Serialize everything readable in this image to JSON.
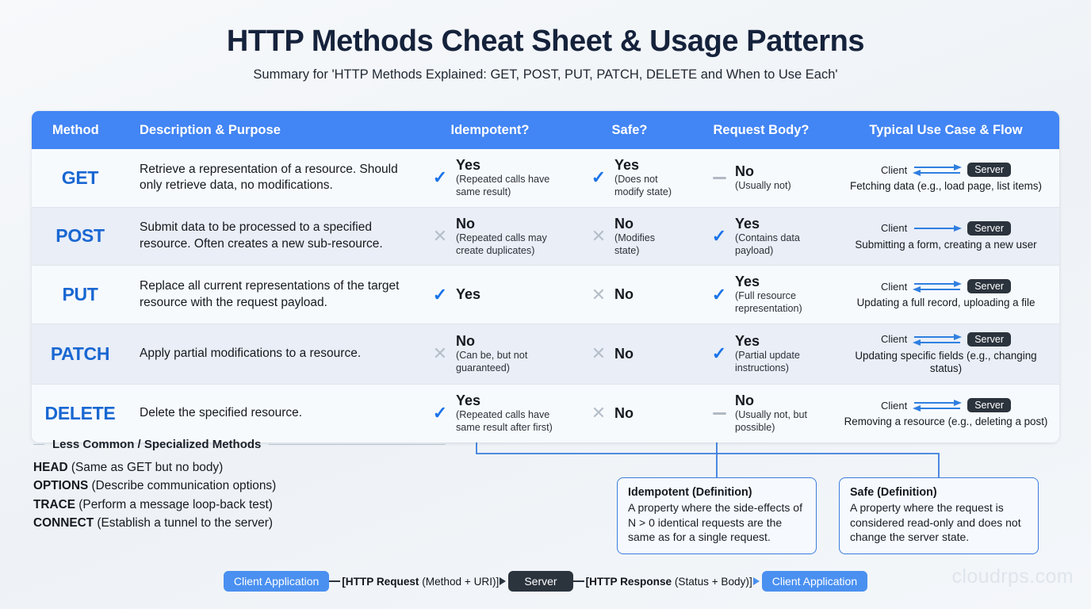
{
  "header": {
    "title": "HTTP Methods Cheat Sheet & Usage Patterns",
    "subtitle": "Summary for 'HTTP Methods Explained: GET, POST, PUT, PATCH, DELETE and When to Use Each'"
  },
  "table": {
    "columns": [
      "Method",
      "Description & Purpose",
      "Idempotent?",
      "Safe?",
      "Request Body?",
      "Typical Use Case & Flow"
    ],
    "rows": [
      {
        "method": "GET",
        "description": "Retrieve a representation of a resource. Should only retrieve data, no modifications.",
        "idempotent": {
          "mark": "check",
          "main": "Yes",
          "sub": "(Repeated calls have same result)"
        },
        "safe": {
          "mark": "check",
          "main": "Yes",
          "sub": "(Does not modify state)"
        },
        "body": {
          "mark": "dash",
          "main": "No",
          "sub": "(Usually not)"
        },
        "flow": {
          "client": "Client",
          "server": "Server",
          "direction": "both",
          "use_case": "Fetching data (e.g., load page, list items)"
        }
      },
      {
        "method": "POST",
        "description": "Submit data to be processed to a specified resource. Often creates a new sub-resource.",
        "idempotent": {
          "mark": "cross",
          "main": "No",
          "sub": "(Repeated calls may create duplicates)"
        },
        "safe": {
          "mark": "cross",
          "main": "No",
          "sub": "(Modifies state)"
        },
        "body": {
          "mark": "check",
          "main": "Yes",
          "sub": "(Contains data payload)"
        },
        "flow": {
          "client": "Client",
          "server": "Server",
          "direction": "right",
          "use_case": "Submitting a form, creating a new user"
        }
      },
      {
        "method": "PUT",
        "description": "Replace all current representations of the target resource with the request payload.",
        "idempotent": {
          "mark": "check",
          "main": "Yes",
          "sub": ""
        },
        "safe": {
          "mark": "cross",
          "main": "No",
          "sub": ""
        },
        "body": {
          "mark": "check",
          "main": "Yes",
          "sub": "(Full resource representation)"
        },
        "flow": {
          "client": "Client",
          "server": "Server",
          "direction": "both",
          "use_case": "Updating a full record, uploading a file"
        }
      },
      {
        "method": "PATCH",
        "description": "Apply partial modifications to a resource.",
        "idempotent": {
          "mark": "cross",
          "main": "No",
          "sub": "(Can be, but not guaranteed)"
        },
        "safe": {
          "mark": "cross",
          "main": "No",
          "sub": ""
        },
        "body": {
          "mark": "check",
          "main": "Yes",
          "sub": "(Partial update instructions)"
        },
        "flow": {
          "client": "Client",
          "server": "Server",
          "direction": "both",
          "use_case": "Updating specific fields (e.g., changing status)"
        }
      },
      {
        "method": "DELETE",
        "description": "Delete the specified resource.",
        "idempotent": {
          "mark": "check",
          "main": "Yes",
          "sub": "(Repeated calls have same result after first)"
        },
        "safe": {
          "mark": "cross",
          "main": "No",
          "sub": ""
        },
        "body": {
          "mark": "dash",
          "main": "No",
          "sub": "(Usually not, but possible)"
        },
        "flow": {
          "client": "Client",
          "server": "Server",
          "direction": "both",
          "use_case": "Removing a resource (e.g., deleting a post)"
        }
      }
    ]
  },
  "less_common": {
    "heading": "Less Common / Specialized Methods",
    "items": [
      {
        "name": "HEAD",
        "desc": "(Same as GET but no body)"
      },
      {
        "name": "OPTIONS",
        "desc": "(Describe communication options)"
      },
      {
        "name": "TRACE",
        "desc": "(Perform a message loop-back test)"
      },
      {
        "name": "CONNECT",
        "desc": "(Establish a tunnel to the server)"
      }
    ]
  },
  "callouts": [
    {
      "title": "Idempotent (Definition)",
      "body": "A property where the side-effects of N > 0 identical requests are the same as for a single request."
    },
    {
      "title": "Safe (Definition)",
      "body": "A property where the request is considered read-only and does not change the server state."
    }
  ],
  "bottom_flow": {
    "client_left": "Client Application",
    "request_label_bold": "[HTTP Request",
    "request_label_rest": " (Method + URI)]",
    "server": "Server",
    "response_label_bold": "[HTTP Response",
    "response_label_rest": " (Status + Body)]",
    "client_right": "Client Application"
  },
  "watermark": "cloudrps.com",
  "colors": {
    "header_blue": "#4285f4",
    "method_blue": "#1967d2",
    "check_blue": "#1a73e8",
    "cross_gray": "#b6bfc9",
    "server_dark": "#2b333d",
    "callout_border": "#3b7ddd"
  }
}
